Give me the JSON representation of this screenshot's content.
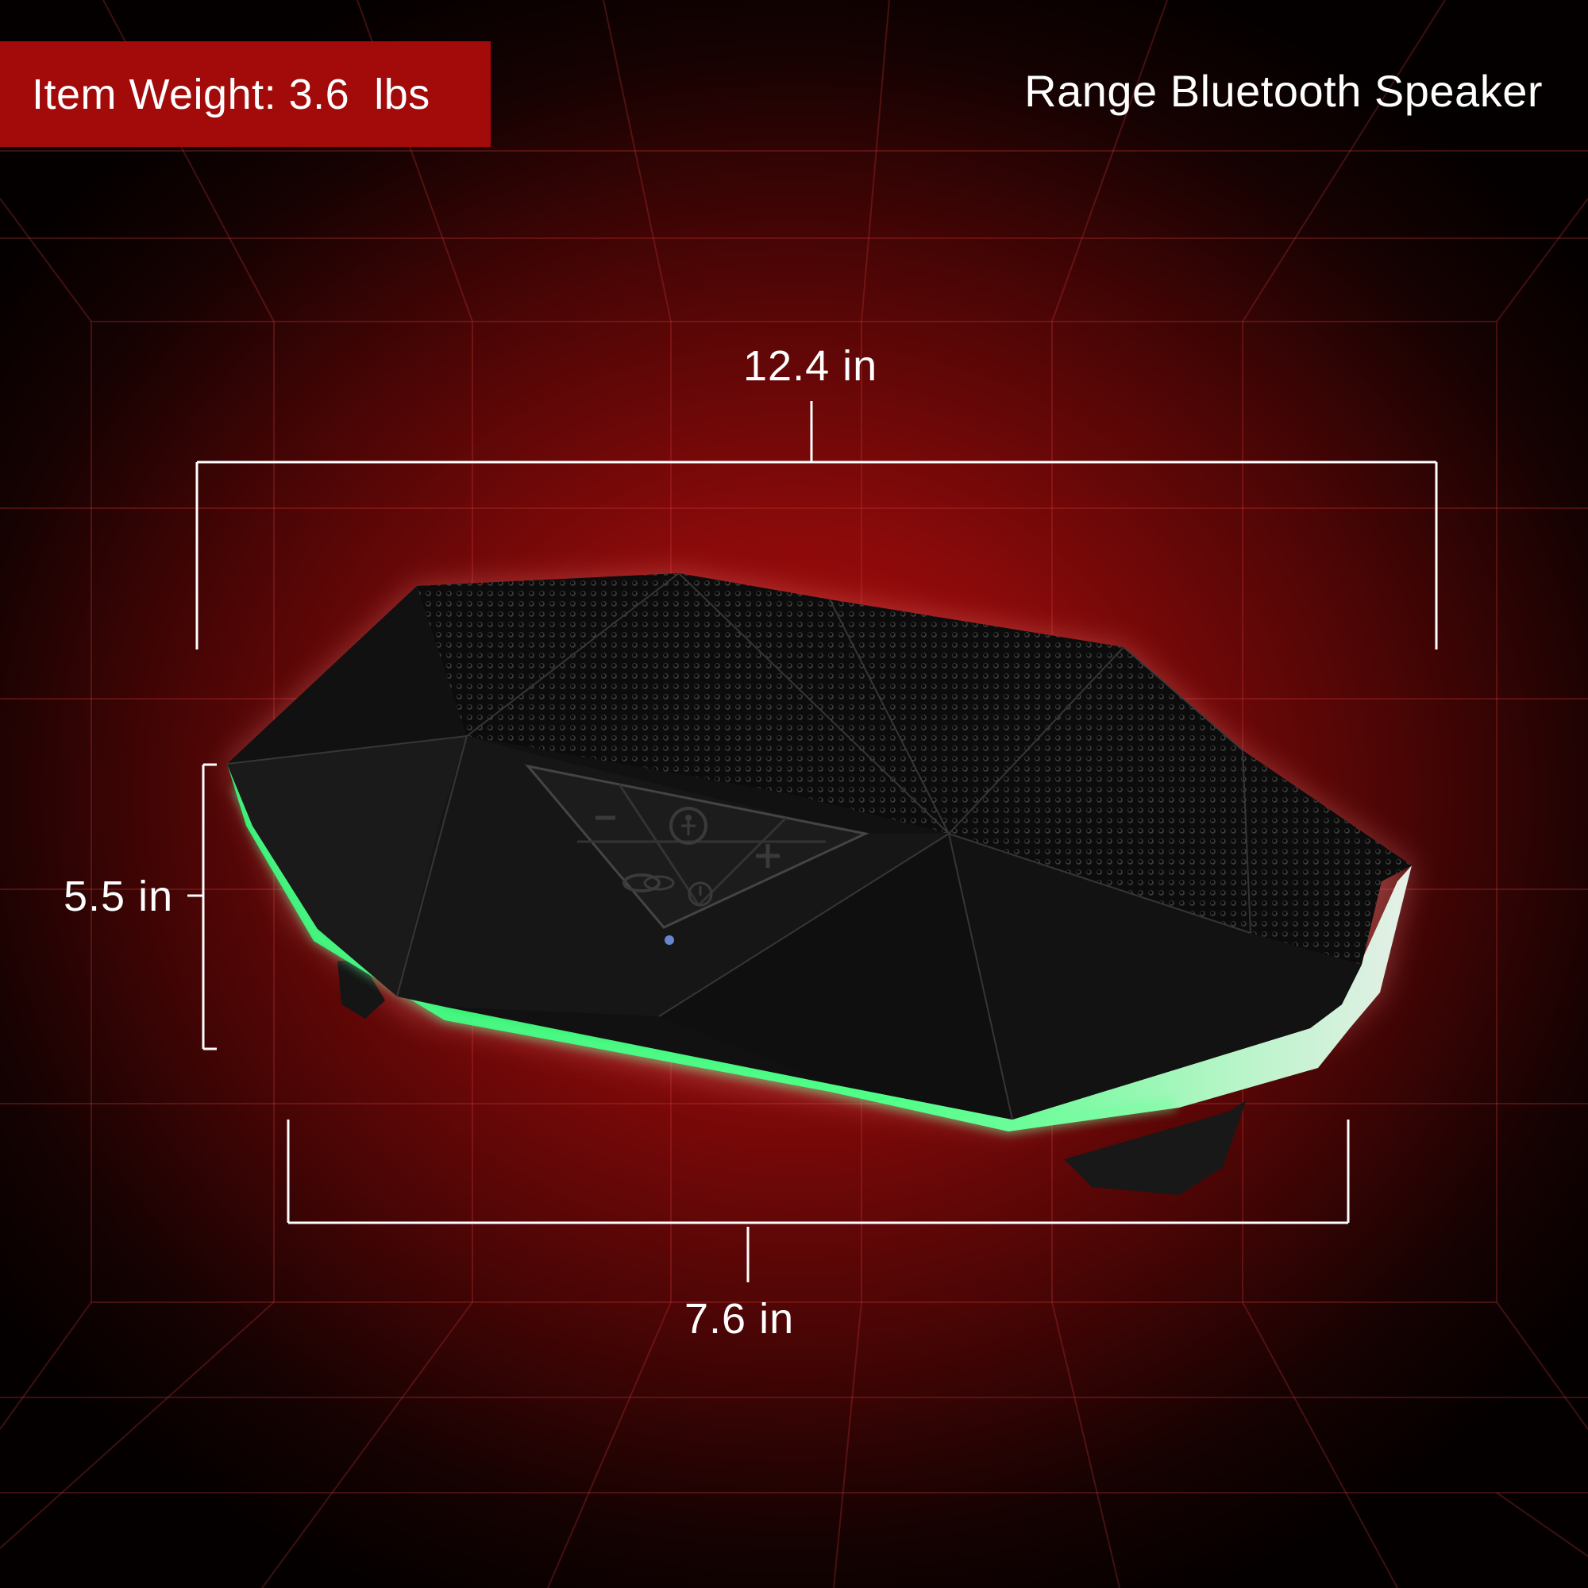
{
  "header": {
    "weight_label": "Item Weight: 3.6  lbs",
    "product_title": "Range Bluetooth Speaker"
  },
  "dimensions": {
    "width": "12.4 in",
    "height": "5.5 in",
    "depth": "7.6 in"
  },
  "colors": {
    "banner": "#a30a0a",
    "background_glow": "#b80f0f",
    "led_ring": "#3cff7a",
    "speaker_body": "#141414"
  },
  "icons": [
    "minus-icon",
    "plus-icon",
    "person-icon",
    "chain-link-icon",
    "bluetooth-power-icon",
    "indicator-led-icon"
  ]
}
